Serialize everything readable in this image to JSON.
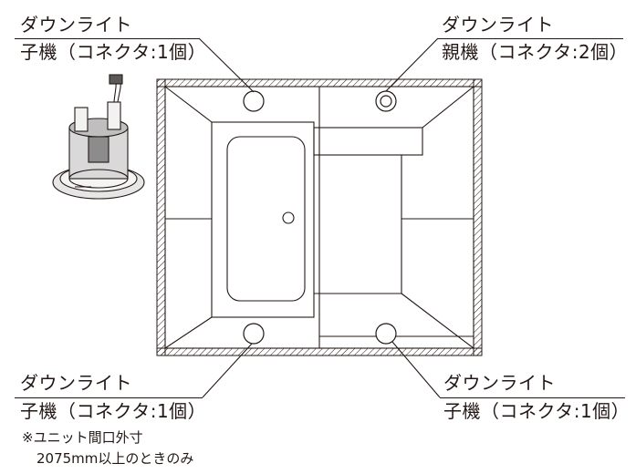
{
  "labels": {
    "top_left": {
      "title": "ダウンライト",
      "sub": "子機（コネクタ:1個）"
    },
    "top_right": {
      "title": "ダウンライト",
      "sub": "親機（コネクタ:2個）"
    },
    "bottom_left": {
      "title": "ダウンライト",
      "sub": "子機（コネクタ:1個）"
    },
    "bottom_right": {
      "title": "ダウンライト",
      "sub": "子機（コネクタ:1個）"
    }
  },
  "note": {
    "line1": "※ユニット間口外寸",
    "line2": "2075mm以上のときのみ"
  },
  "colors": {
    "ink": "#231815",
    "paper": "#ffffff",
    "fixture_gray": "#d9d9d9"
  },
  "icons": {
    "fixture": "downlight-fixture-illustration"
  }
}
